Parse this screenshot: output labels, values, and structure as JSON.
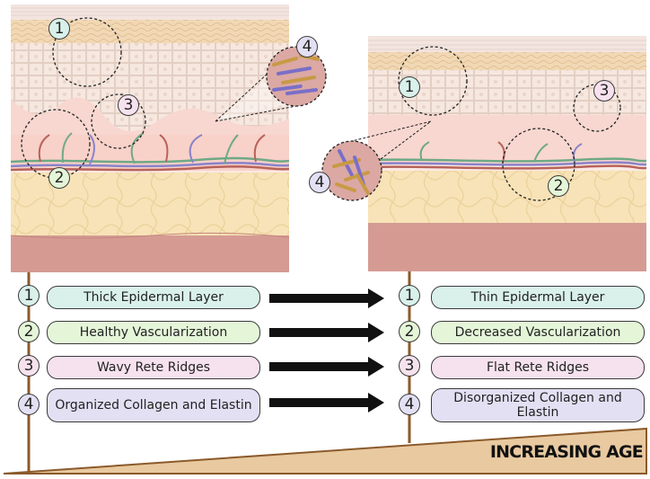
{
  "markers": {
    "one": "1",
    "two": "2",
    "three": "3",
    "four": "4"
  },
  "left_labels": [
    "Thick Epidermal Layer",
    "Healthy Vascularization",
    "Wavy Rete Ridges",
    "Organized Collagen and Elastin"
  ],
  "right_labels": [
    "Thin Epidermal Layer",
    "Decreased Vascularization",
    "Flat Rete Ridges",
    "Disorganized Collagen and Elastin"
  ],
  "axis_label": "INCREASING AGE",
  "colors": {
    "item1": "#d9f1ea",
    "item2": "#e4f5d8",
    "item3": "#f6e2ee",
    "item4": "#e3e0f4",
    "stem": "#8b5a2b",
    "wedge": "#e8c9a0"
  }
}
